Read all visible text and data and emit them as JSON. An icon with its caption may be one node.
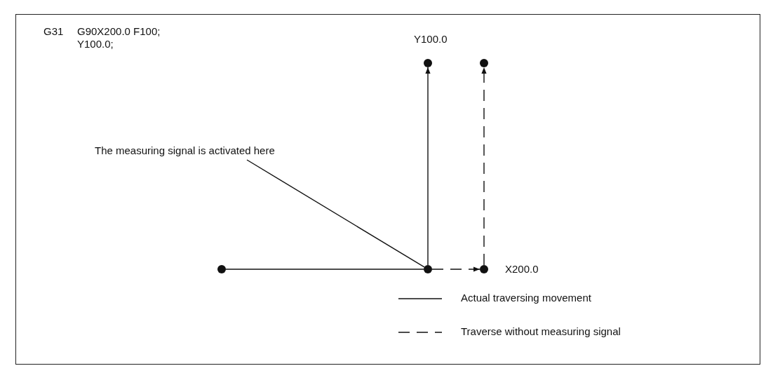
{
  "diagram": {
    "nodes": [
      {
        "text": [],
        "shape": "circle",
        "beside": [
          "Y100.0"
        ]
      },
      {
        "text": [],
        "shape": "circle"
      },
      {
        "text": [
          "The measuring signal is activated here"
        ]
      },
      {
        "text": [],
        "shape": "circle"
      },
      {
        "text": [],
        "shape": "circle"
      },
      {
        "text": [],
        "shape": "circle",
        "beside": [
          "X200.0"
        ]
      }
    ],
    "edges": [
      {
        "from": 3,
        "to": 4,
        "arrow": "none"
      },
      {
        "from": 4,
        "to": 0,
        "arrow": "to"
      },
      {
        "from": 4,
        "to": 5,
        "arrow": "to",
        "style": "dashed"
      },
      {
        "from": 5,
        "to": 1,
        "arrow": "to",
        "style": "dashed"
      },
      {
        "from": 2,
        "to": 4,
        "arrow": "none"
      }
    ],
    "labels": [
      "G31",
      "G90X200.0 F100;",
      "Y100.0;"
    ],
    "legend": [
      {
        "text": "Actual traversing movement"
      },
      {
        "text": "Traverse without measuring signal"
      }
    ]
  }
}
